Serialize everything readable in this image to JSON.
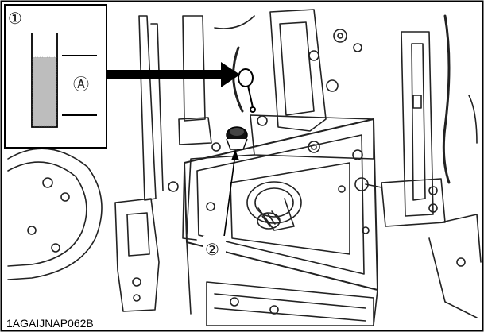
{
  "figure": {
    "code": "1AGAIJNAP062B",
    "callouts": {
      "one": "①",
      "two": "②",
      "a": "Ⓐ"
    }
  }
}
